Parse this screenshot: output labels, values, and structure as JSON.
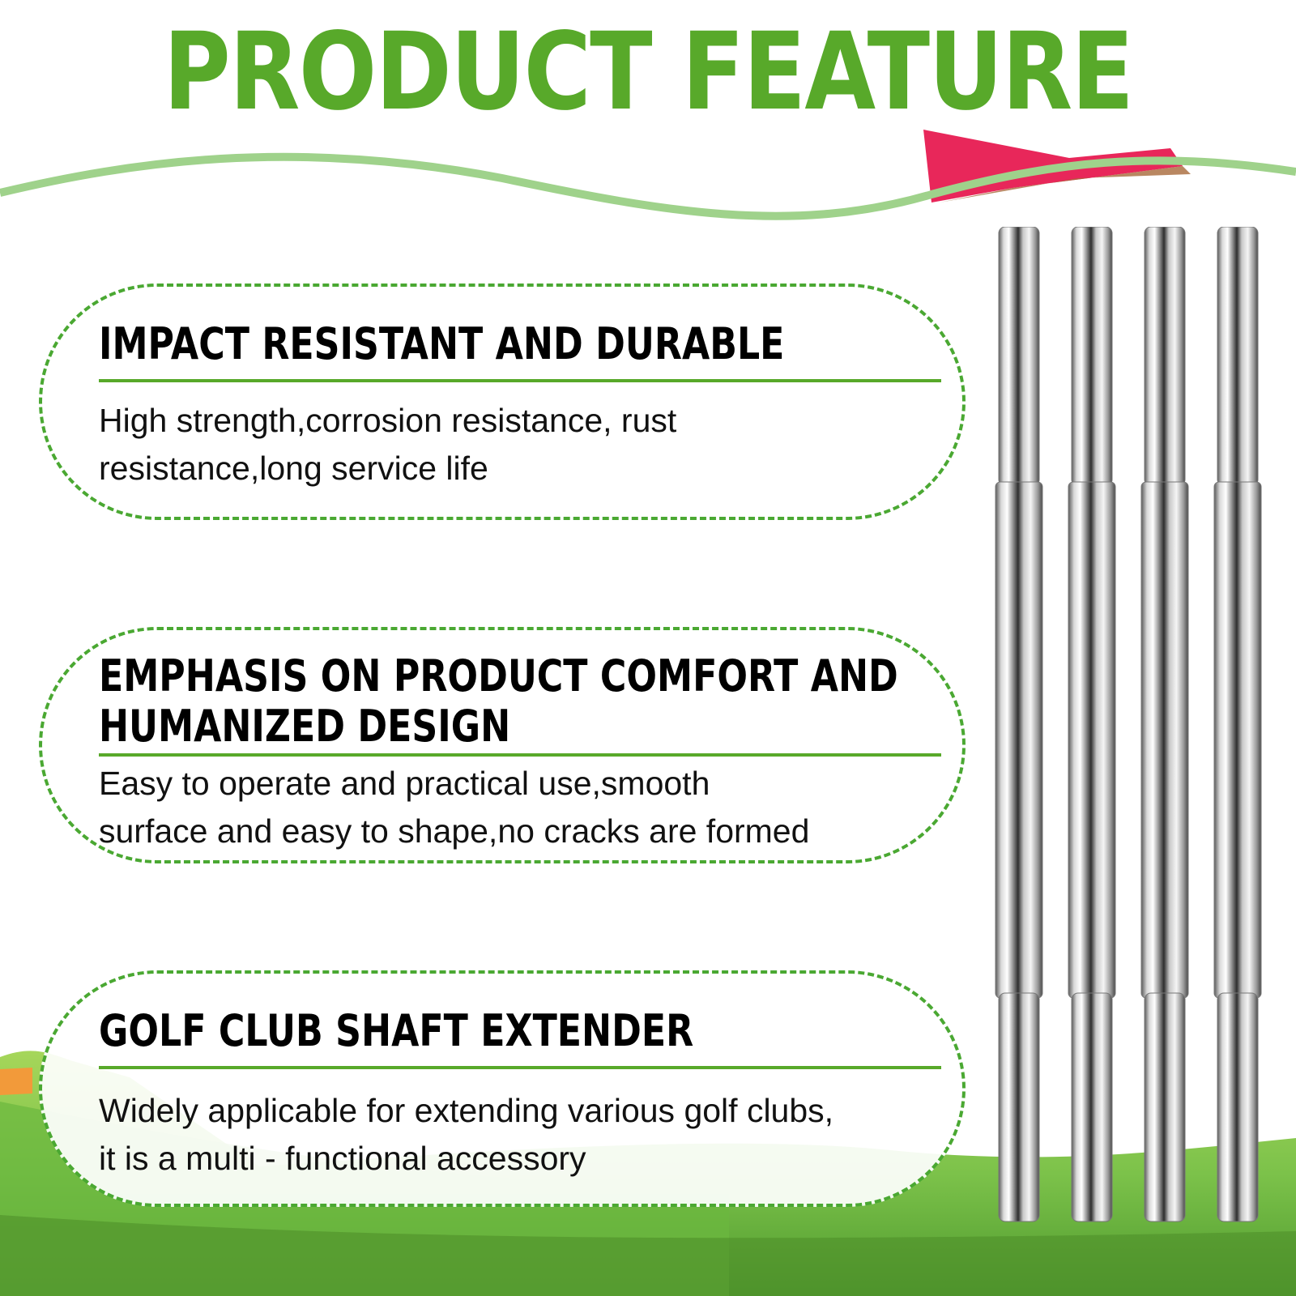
{
  "title": "PRODUCT FEATURE",
  "features": [
    {
      "heading": "IMPACT RESISTANT AND DURABLE",
      "body_lines": [
        "High strength,corrosion resistance, rust",
        "resistance,long service life"
      ]
    },
    {
      "heading_lines": [
        "EMPHASIS ON PRODUCT COMFORT AND",
        "HUMANIZED DESIGN"
      ],
      "body_lines": [
        "Easy to operate and practical use,smooth",
        "surface and easy to shape,no cracks are formed"
      ]
    },
    {
      "heading": "GOLF CLUB SHAFT EXTENDER",
      "body_lines": [
        "Widely applicable for extending various golf clubs,",
        "it is a multi - functional accessory"
      ]
    }
  ],
  "colors": {
    "title_green": "#58a92a",
    "dash_green": "#4aa832",
    "wave_green": "#9fd28b",
    "flag_red": "#e8275a",
    "grass_green": "#7cc24a"
  },
  "rods": {
    "count": 4,
    "icon": "golf-shaft-extender-rod"
  }
}
